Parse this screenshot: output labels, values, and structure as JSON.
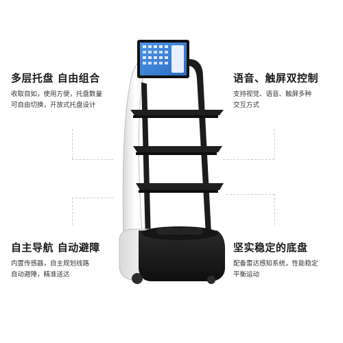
{
  "features": {
    "top_left": {
      "title": "多层托盘 自由组合",
      "lines": [
        "收取自如，使用方便，托盘数量",
        "可自由切换，开放式托盘设计"
      ]
    },
    "top_right": {
      "title": "语音、触屏双控制",
      "lines": [
        "支持视觉、语音、触屏多种",
        "交互方式"
      ]
    },
    "bottom_left": {
      "title": "自主导航 自动避障",
      "lines": [
        "内置传感器，自主规划线路",
        "自动避障，精准送达"
      ]
    },
    "bottom_right": {
      "title": "坚实稳定的底盘",
      "lines": [
        "配备雷达感知系统，性能稳定",
        "平衡运动"
      ]
    }
  },
  "colors": {
    "frame": "#1c1c1c",
    "body_white": "#f4f4f4",
    "screen": "#3a7fd6",
    "guide": "#c9c9c9"
  }
}
